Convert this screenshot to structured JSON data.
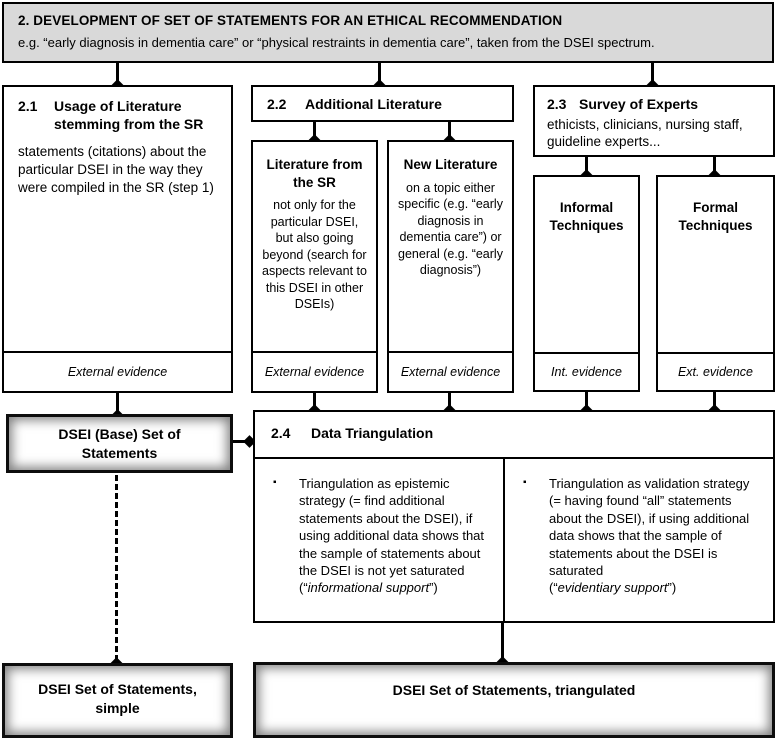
{
  "header": {
    "title": "2. DEVELOPMENT OF SET OF STATEMENTS FOR AN ETHICAL RECOMMENDATION",
    "subtitle": "e.g. “early diagnosis in dementia care” or “physical restraints in dementia care”, taken from the DSEI spectrum."
  },
  "col1": {
    "num": "2.1",
    "title": "Usage of Literature stemming from the SR",
    "body": "statements (citations) about the particular DSEI in the way they were compiled in the SR (step 1)",
    "footer": "External evidence"
  },
  "col2": {
    "num": "2.2",
    "title": "Additional Literature",
    "sub_left": {
      "title": "Literature from the SR",
      "body": "not only for the particular DSEI, but also going beyond (search for aspects relevant to this DSEI in other DSEIs)",
      "footer": "External evidence"
    },
    "sub_right": {
      "title": "New Literature",
      "body": "on a topic either specific (e.g. “early diagnosis in dementia care”) or general (e.g. “early diagnosis”)",
      "footer": "External evidence"
    }
  },
  "col3": {
    "num": "2.3",
    "title": "Survey of Experts",
    "body": "ethicists, clinicians, nursing staff, guideline experts...",
    "sub_left": {
      "title": "Informal Techniques",
      "footer": "Int. evidence"
    },
    "sub_right": {
      "title": "Formal Techniques",
      "footer": "Ext. evidence"
    }
  },
  "base_box": {
    "label": "DSEI (Base) Set of Statements"
  },
  "triangulation": {
    "num": "2.4",
    "title": "Data Triangulation",
    "bullet_char": "▪",
    "bullet_left": {
      "text": "Triangulation as epistemic strategy (= find additional statements about the DSEI), if using additional data shows that the sample of statements about the DSEI is not yet saturated",
      "paren_open": "(“",
      "italic": "informational support",
      "paren_close": "”)"
    },
    "bullet_right": {
      "text": "Triangulation as validation strategy (= having found “all” statements about the DSEI), if using additional data shows that the sample of statements about the DSEI is saturated",
      "paren_open": "(“",
      "italic": "evidentiary support",
      "paren_close": "”)"
    }
  },
  "bottom": {
    "simple": "DSEI Set of Statements, simple",
    "triangulated": "DSEI Set of Statements, triangulated"
  },
  "colors": {
    "header_bg": "#d9d9d9",
    "line": "#000000",
    "box_bg": "#ffffff"
  }
}
